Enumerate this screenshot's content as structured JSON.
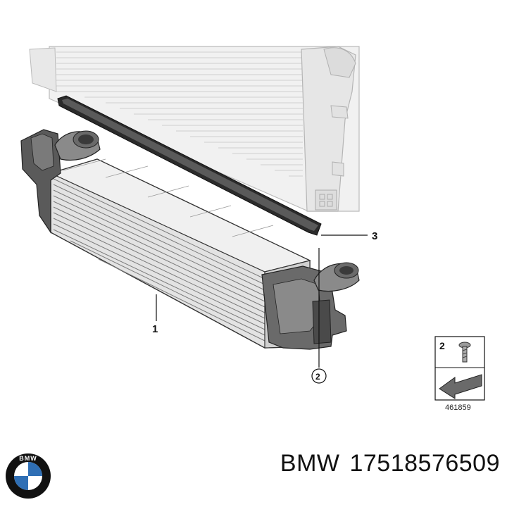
{
  "callouts": [
    {
      "id": "1",
      "label": "1"
    },
    {
      "id": "2",
      "label": "2"
    },
    {
      "id": "3",
      "label": "3"
    }
  ],
  "legend_box": {
    "item_number": "2",
    "reference_number": "461859"
  },
  "brand": {
    "logo_text": "BMW",
    "name": "BMW",
    "part_number": "17518576509"
  },
  "colors": {
    "line_art": "#333333",
    "light_fill": "#e9e9e9",
    "mid_fill": "#c8c8c8",
    "dark_fill": "#6a6a6a",
    "bmw_blue": "#2f6fb5"
  }
}
